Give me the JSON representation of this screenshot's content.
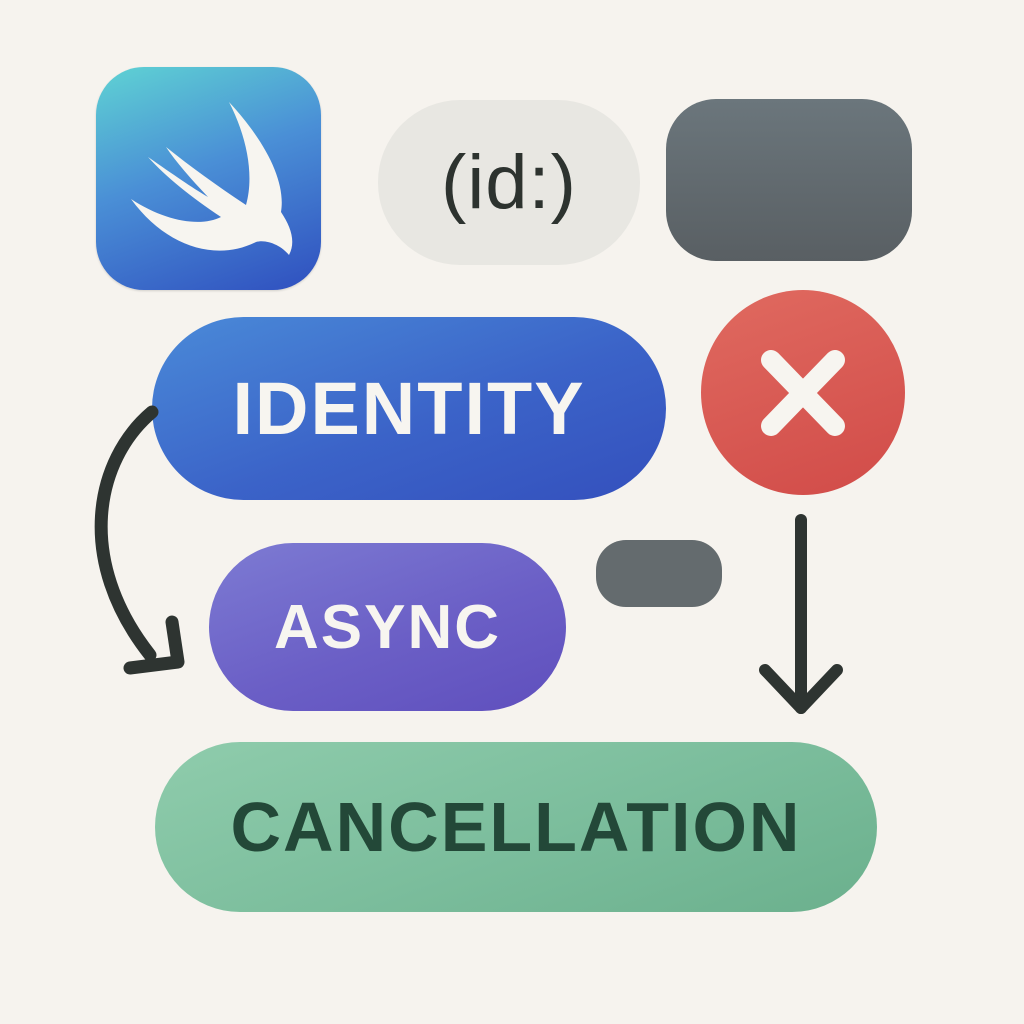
{
  "diagram": {
    "swift_logo": {
      "icon": "swift-bird-icon",
      "colors": [
        "#5fd3d3",
        "#2f4fbf"
      ]
    },
    "id_label": {
      "text": "(id:)",
      "color": "#e8e7e2"
    },
    "top_gray_block": {
      "color": "#5f676b"
    },
    "identity": {
      "text": "IDENTITY",
      "color": "#3b63c8"
    },
    "cancel_icon": {
      "icon": "x-icon",
      "color": "#d85650"
    },
    "async": {
      "text": "ASYNC",
      "color": "#6b5fc6"
    },
    "small_gray_block": {
      "color": "#646b6e"
    },
    "cancellation": {
      "text": "CANCELLATION",
      "color": "#7bbd9c"
    },
    "arrows": [
      {
        "from": "identity",
        "to": "async",
        "shape": "curved"
      },
      {
        "from": "cancel_icon",
        "to": "cancellation",
        "shape": "straight-down"
      }
    ]
  }
}
